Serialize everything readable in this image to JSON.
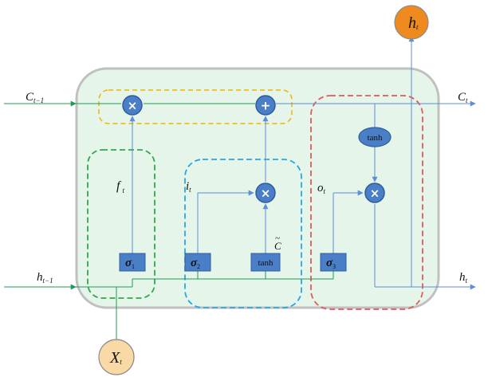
{
  "labels": {
    "c_prev": "C",
    "c_prev_sub": "t−1",
    "c_next": "C",
    "c_next_sub": "t",
    "h_prev": "h",
    "h_prev_sub": "t−1",
    "h_next": "h",
    "h_next_sub": "t",
    "h_out": "h",
    "h_out_sub": "t",
    "x_in": "X",
    "x_in_sub": "t",
    "f": "f",
    "f_sub": "t",
    "i": "i",
    "i_sub": "t",
    "o": "o",
    "o_sub": "t",
    "c_tilde": "C",
    "c_tilde_mark": "~"
  },
  "blocks": {
    "sigma1": "σ",
    "sigma1_sub": "1",
    "sigma2": "σ",
    "sigma2_sub": "2",
    "sigma3": "σ",
    "sigma3_sub": "3",
    "tanh_gate": "tanh",
    "tanh_out": "tanh"
  },
  "operators": {
    "multiply": "×",
    "add": "+"
  },
  "colors": {
    "cell_fill": "#e6f5ea",
    "cell_stroke": "#c0c0c0",
    "block_fill": "#4a7ec6",
    "block_stroke": "#2d5d9e",
    "op_fill": "#4a7ec6",
    "line_blue": "#5b8fd6",
    "line_green": "#1f9a55",
    "forget_box": "#2ea84a",
    "input_box": "#29a6e0",
    "output_box": "#e05a5a",
    "cell_state_box": "#f0b400",
    "h_out_fill": "#ef8a1e",
    "x_in_fill": "#f9d9a6"
  }
}
